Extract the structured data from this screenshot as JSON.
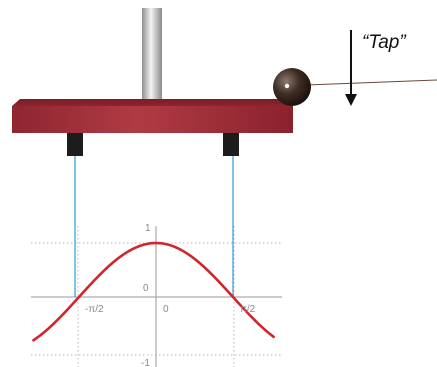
{
  "annotation": {
    "tap_label": "“Tap”"
  },
  "graph": {
    "y_ticks": {
      "top": "1",
      "middle": "0",
      "bottom": "-1"
    },
    "x_ticks": {
      "left": "-π/2",
      "center": "0",
      "right": "π/2"
    },
    "curve": "cosine",
    "x_range": [
      -2.5,
      2.4
    ],
    "y_range": [
      -1,
      1
    ]
  },
  "colors": {
    "plate": "#a02c36",
    "curve": "#d0262c",
    "sensor_line": "#2f9ad6",
    "grid": "#b8b8b8",
    "axis": "#9a9a9a"
  },
  "icons": {
    "arrow": "down-arrow-icon",
    "ball": "ball-icon"
  }
}
